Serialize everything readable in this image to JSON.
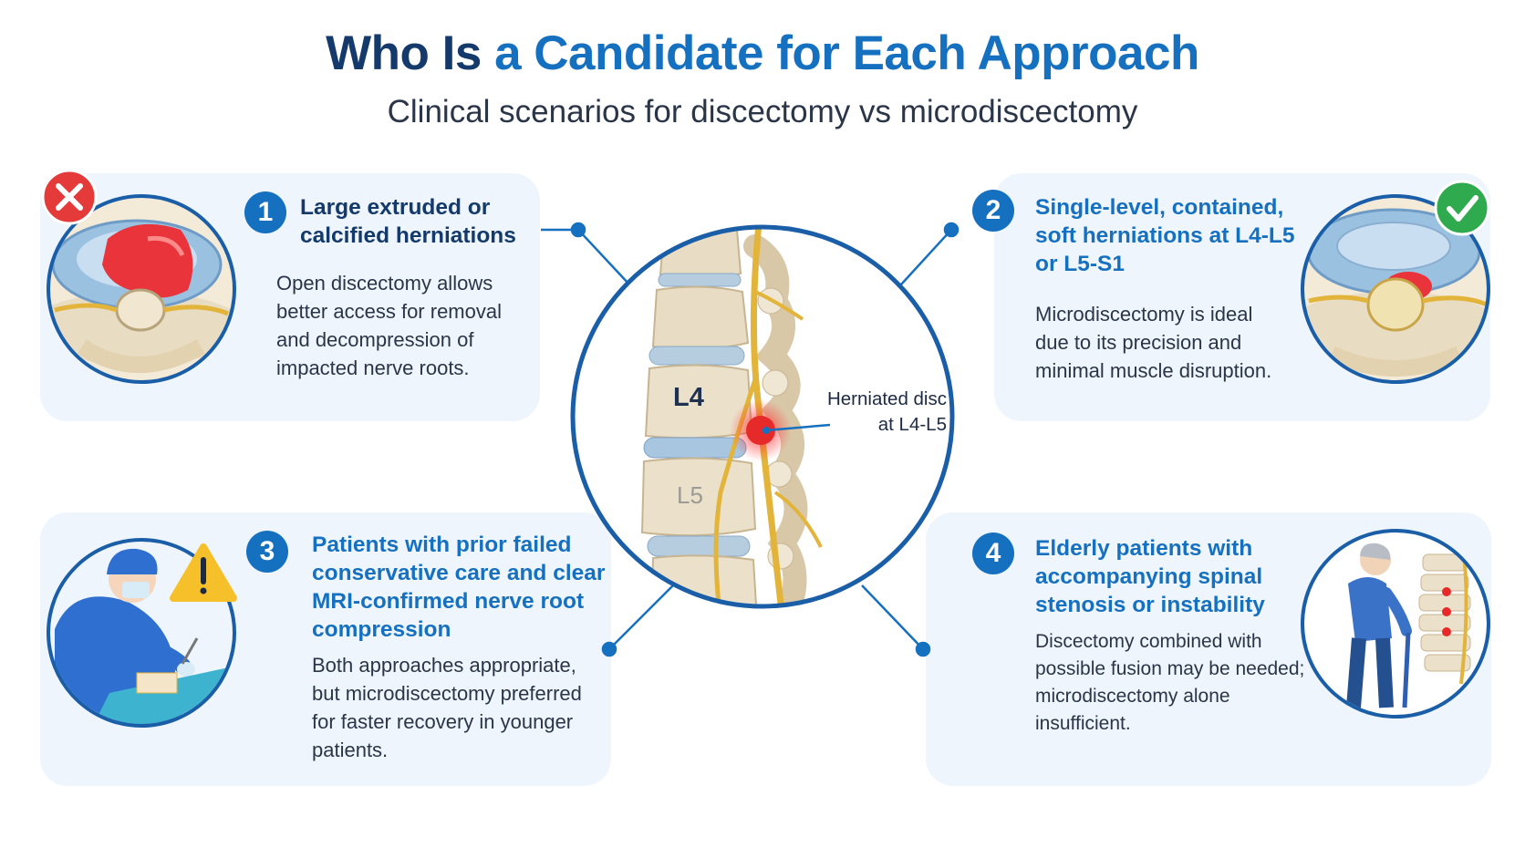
{
  "header": {
    "title_part1": "Who Is ",
    "title_part2": "a Candidate for Each Approach",
    "subtitle": "Clinical scenarios for discectomy vs microdiscectomy"
  },
  "center": {
    "label_l4": "L4",
    "label_l5": "L5",
    "callout_line1": "Herniated disc",
    "callout_line2": "at L4-L5"
  },
  "cards": [
    {
      "number": "1",
      "heading_line1": "Large extruded or",
      "heading_line2": "calcified herniations",
      "body_line1": "Open discectomy allows",
      "body_line2": "better access for removal",
      "body_line3": "and decompression of",
      "body_line4": "impacted nerve roots.",
      "status_icon": "x-circle-icon"
    },
    {
      "number": "2",
      "heading_line1": "Single-level, contained,",
      "heading_line2": "soft herniations at L4-L5",
      "heading_line3": "or L5-S1",
      "body_line1": "Microdiscectomy is ideal",
      "body_line2": "due to its precision and",
      "body_line3": "minimal muscle disruption.",
      "status_icon": "check-circle-icon"
    },
    {
      "number": "3",
      "heading_line1": "Patients with prior failed",
      "heading_line2": "conservative care and clear",
      "heading_line3": "MRI-confirmed nerve root",
      "heading_line4": "compression",
      "body_line1": "Both approaches appropriate,",
      "body_line2": "but microdiscectomy preferred",
      "body_line3": "for faster recovery in younger",
      "body_line4": "patients.",
      "status_icon": "warning-triangle-icon"
    },
    {
      "number": "4",
      "heading_line1": "Elderly patients with",
      "heading_line2": "accompanying spinal",
      "heading_line3": "stenosis or instability",
      "body_line1": "Discectomy combined with",
      "body_line2": "possible fusion may be needed;",
      "body_line3": "microdiscectomy alone",
      "body_line4": "insufficient."
    }
  ],
  "colors": {
    "primary_blue": "#1670c0",
    "navy": "#143a6b",
    "card_bg": "#eef5fc",
    "error_red": "#e53a3a",
    "success_green": "#2faa4e",
    "warning_yellow": "#f6c02a"
  }
}
